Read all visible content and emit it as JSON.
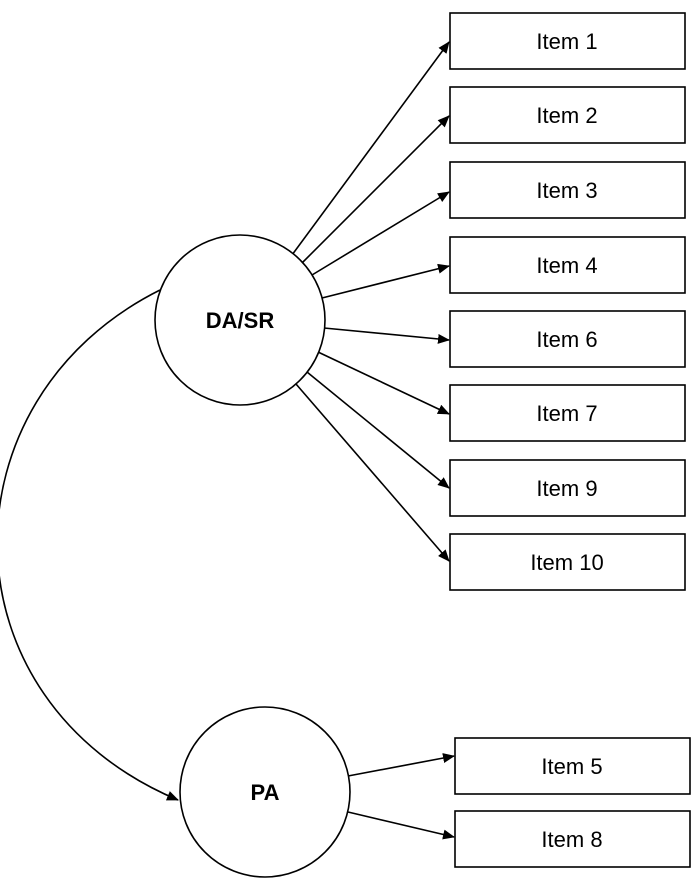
{
  "diagram": {
    "factors": [
      {
        "id": "dasr",
        "label": "DA/SR",
        "items": [
          "Item 1",
          "Item 2",
          "Item 3",
          "Item 4",
          "Item 6",
          "Item 7",
          "Item 9",
          "Item 10"
        ]
      },
      {
        "id": "pa",
        "label": "PA",
        "items": [
          "Item 5",
          "Item 8"
        ]
      }
    ],
    "covariance": [
      "DA/SR",
      "PA"
    ]
  }
}
